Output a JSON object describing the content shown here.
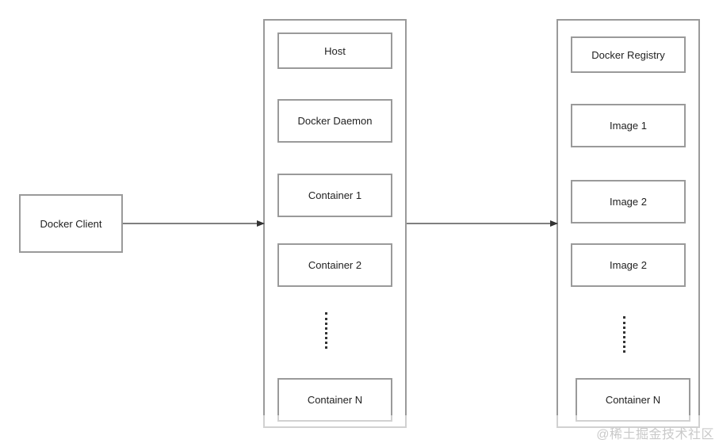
{
  "client": {
    "label": "Docker Client"
  },
  "host_panel": {
    "items": [
      {
        "label": "Host"
      },
      {
        "label": "Docker Daemon"
      },
      {
        "label": "Container 1"
      },
      {
        "label": "Container 2"
      },
      {
        "label": "Container N"
      }
    ]
  },
  "registry_panel": {
    "items": [
      {
        "label": "Docker Registry"
      },
      {
        "label": "Image 1"
      },
      {
        "label": "Image 2"
      },
      {
        "label": "Image 2"
      },
      {
        "label": "Container N"
      }
    ]
  },
  "watermark": "@稀土掘金技术社区",
  "colors": {
    "border": "#9a9a9a",
    "arrow": "#333333",
    "text": "#222222",
    "watermark": "#c9c9c9"
  }
}
